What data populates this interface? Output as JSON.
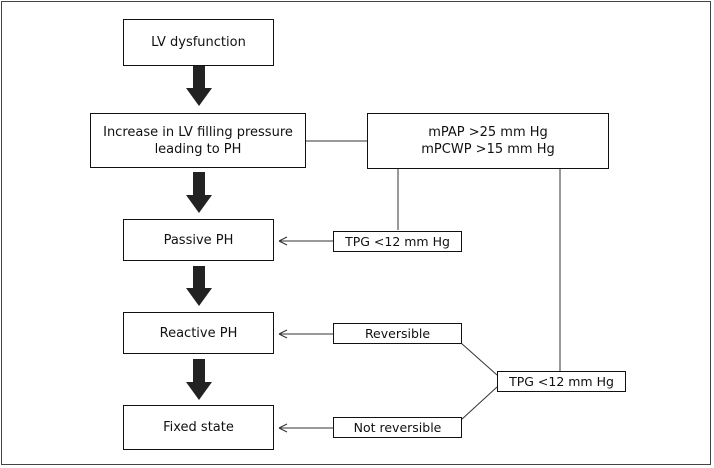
{
  "nodes": {
    "lv_dysfunction": "LV dysfunction",
    "increase_lv_filling": "Increase in LV filling pressure\nleading to PH",
    "criteria": "mPAP >25 mm Hg\nmPCWP >15 mm Hg",
    "passive_ph": "Passive PH",
    "tpg_passive": "TPG <12 mm Hg",
    "reactive_ph": "Reactive PH",
    "reversible": "Reversible",
    "tpg_reactive": "TPG <12 mm Hg",
    "fixed_state": "Fixed state",
    "not_reversible": "Not reversible"
  },
  "colors": {
    "line": "#333333",
    "arrow_fill": "#222222",
    "box_border": "#111111",
    "frame_border": "#444444"
  }
}
